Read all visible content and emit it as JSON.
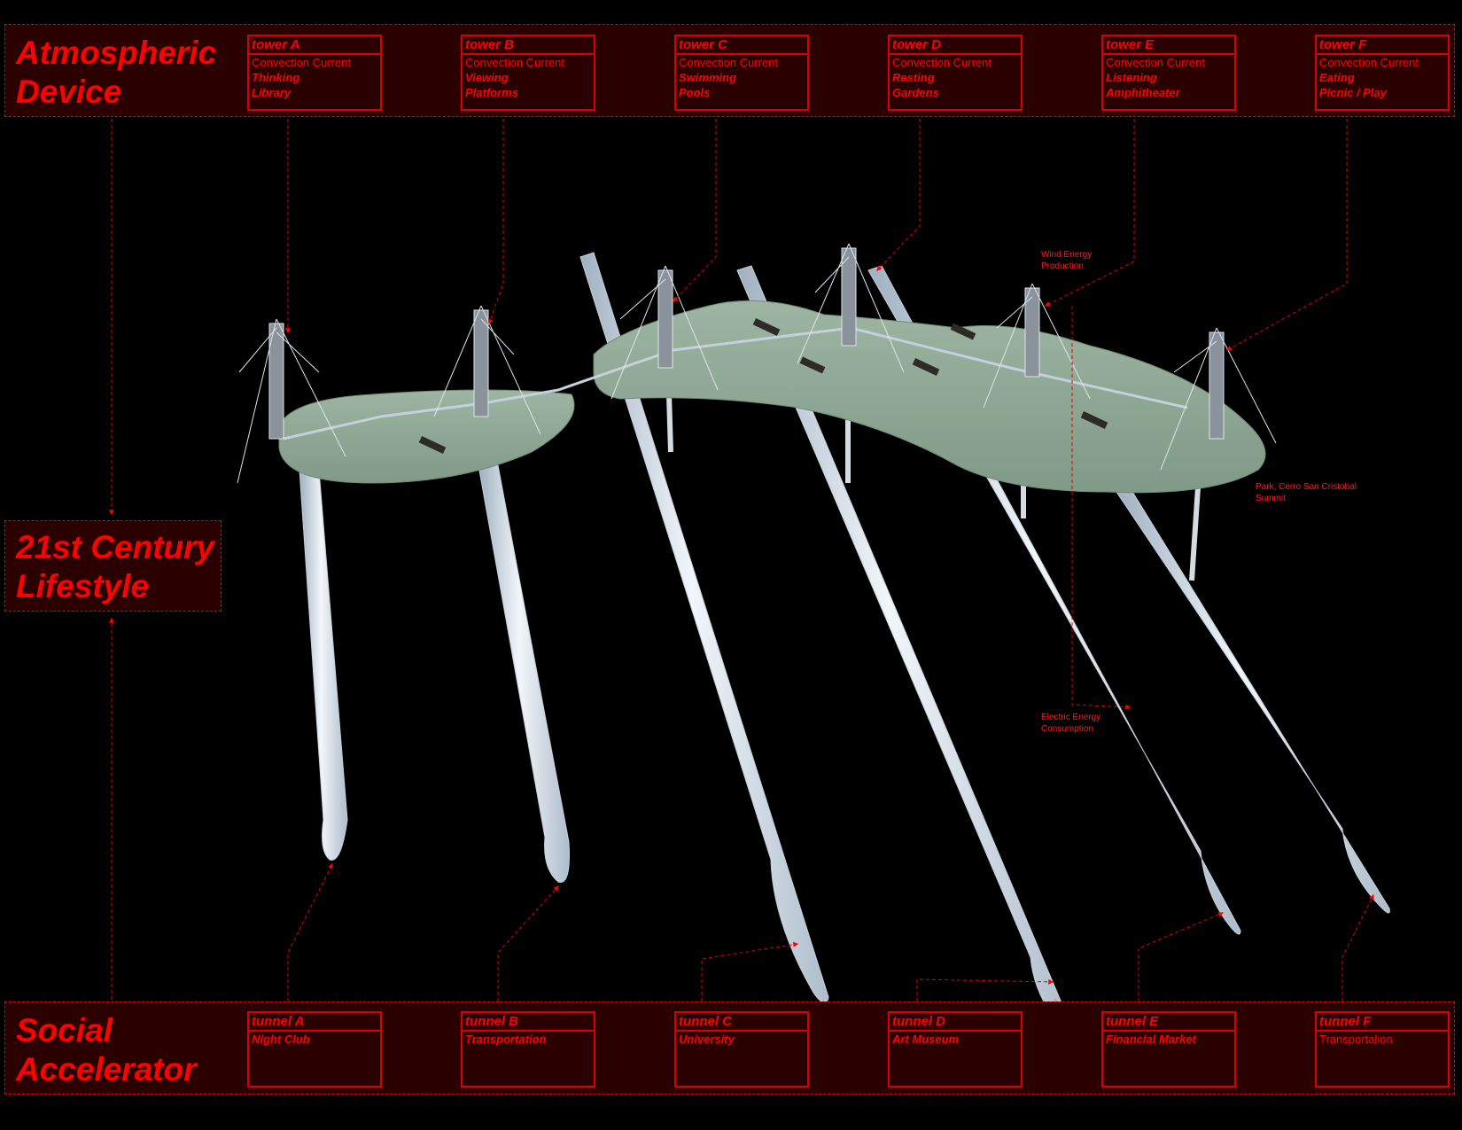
{
  "bands": {
    "top_title": [
      "Atmospheric",
      "Device"
    ],
    "middle_title": [
      "21st Century",
      "Lifestyle"
    ],
    "bottom_title": [
      "Social",
      "Accelerator"
    ]
  },
  "towers": [
    {
      "label": "tower A",
      "line1": "Convection Current",
      "line2": "Thinking",
      "line3": "Library"
    },
    {
      "label": "tower B",
      "line1": "Convection Current",
      "line2": "Viewing",
      "line3": "Platforms"
    },
    {
      "label": "tower C",
      "line1": "Convection Current",
      "line2": "Swimming",
      "line3": "Pools"
    },
    {
      "label": "tower D",
      "line1": "Convection Current",
      "line2": "Resting",
      "line3": "Gardens"
    },
    {
      "label": "tower E",
      "line1": "Convection Current",
      "line2": "Listening",
      "line3": "Amphitheater"
    },
    {
      "label": "tower F",
      "line1": "Convection Current",
      "line2": "Eating",
      "line3": "Picnic / Play"
    }
  ],
  "tunnels": [
    {
      "label": "tunnel A",
      "line1": "Night Club"
    },
    {
      "label": "tunnel B",
      "line1": "Transportation"
    },
    {
      "label": "tunnel C",
      "line1": "University"
    },
    {
      "label": "tunnel D",
      "line1": "Art Museum"
    },
    {
      "label": "tunnel E",
      "line1": "Financial Market"
    },
    {
      "label": "tunnel F",
      "line1": "Transportalion"
    }
  ],
  "annotations": {
    "wind": [
      "Wind Energy",
      "Production"
    ],
    "electric": [
      "Electric Energy",
      "Consumption"
    ],
    "park": [
      "Park, Cerro San Cristobal",
      "Summit"
    ]
  },
  "colors": {
    "accent": "#ff0000",
    "panel_bg": "#2a0000",
    "plateau": "#8fa894",
    "tube": "#dfe6ee"
  }
}
